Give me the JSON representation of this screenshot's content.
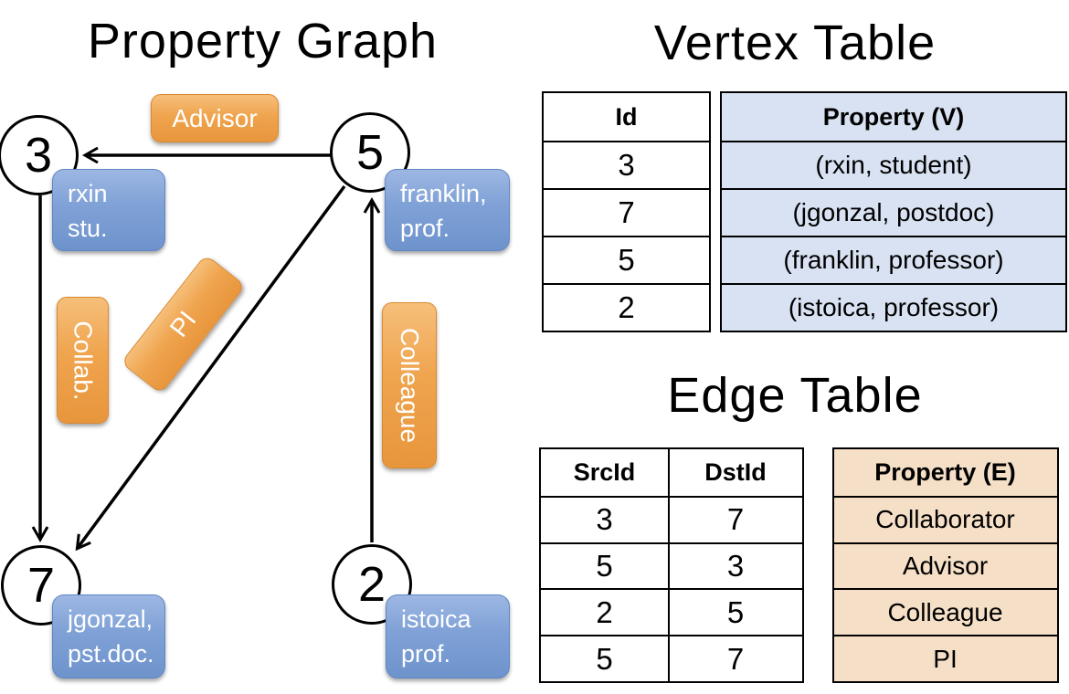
{
  "graph": {
    "title": "Property Graph",
    "vertices": [
      {
        "id": "3",
        "label_lines": [
          "rxin",
          "stu."
        ]
      },
      {
        "id": "5",
        "label_lines": [
          "franklin,",
          "prof."
        ]
      },
      {
        "id": "7",
        "label_lines": [
          "jgonzal,",
          "pst.doc."
        ]
      },
      {
        "id": "2",
        "label_lines": [
          "istoica",
          "prof."
        ]
      }
    ],
    "edge_labels": {
      "advisor": "Advisor",
      "collab": "Collab.",
      "pi": "PI",
      "colleague": "Colleague"
    }
  },
  "vertex_table": {
    "title": "Vertex Table",
    "columns": [
      "Id",
      "Property (V)"
    ],
    "rows": [
      [
        "3",
        "(rxin, student)"
      ],
      [
        "7",
        "(jgonzal, postdoc)"
      ],
      [
        "5",
        "(franklin, professor)"
      ],
      [
        "2",
        "(istoica, professor)"
      ]
    ]
  },
  "edge_table": {
    "title": "Edge Table",
    "columns": [
      "SrcId",
      "DstId",
      "Property (E)"
    ],
    "rows": [
      [
        "3",
        "7",
        "Collaborator"
      ],
      [
        "5",
        "3",
        "Advisor"
      ],
      [
        "2",
        "5",
        "Colleague"
      ],
      [
        "5",
        "7",
        "PI"
      ]
    ]
  },
  "colors": {
    "orange_fill": "#EFA44E",
    "orange_border": "#D9882F",
    "blue_fill": "#7FA1D6",
    "blue_border": "#5F87C5",
    "vertex_property_bg": "#D8E2F2",
    "edge_property_bg": "#F5DFC6",
    "line_color": "#000000"
  }
}
